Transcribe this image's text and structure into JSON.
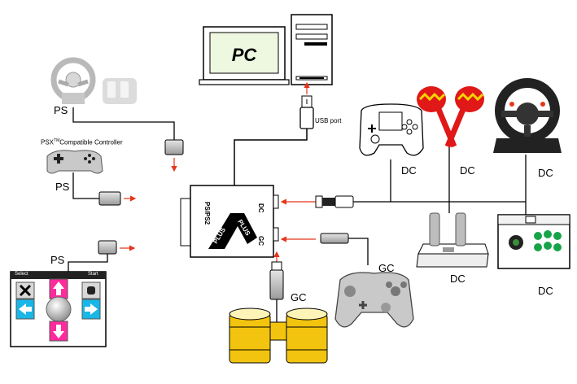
{
  "pc_label": "PC",
  "usb_label": "USB port",
  "hub": {
    "label_ps": "PS/PS2",
    "label_dc": "DC",
    "label_gc": "GC",
    "label_plus_1": "PLUS",
    "label_plus_2": "PLUS"
  },
  "labels": {
    "ps_wheel": "PS",
    "psx_caption": "PSX",
    "psx_tm": "TM",
    "psx_rest": "Compatible Controller",
    "ps_controller": "PS",
    "ps_dancepad": "PS",
    "dancepad_select": "Select",
    "dancepad_start": "Start",
    "dc_controller": "DC",
    "dc_maracas": "DC",
    "dc_wheel": "DC",
    "dc_maraca_stand": "DC",
    "dc_arcade": "DC",
    "gc_controller": "GC",
    "gc_bongos": "GC"
  },
  "colors": {
    "arrow": "#e8341c",
    "line": "#000000",
    "maraca": "#e01818",
    "dance_pink": "#ff2a9c",
    "dance_cyan": "#19b6e8",
    "arcade_green": "#17a34a",
    "bongo": "#f2c40f"
  }
}
